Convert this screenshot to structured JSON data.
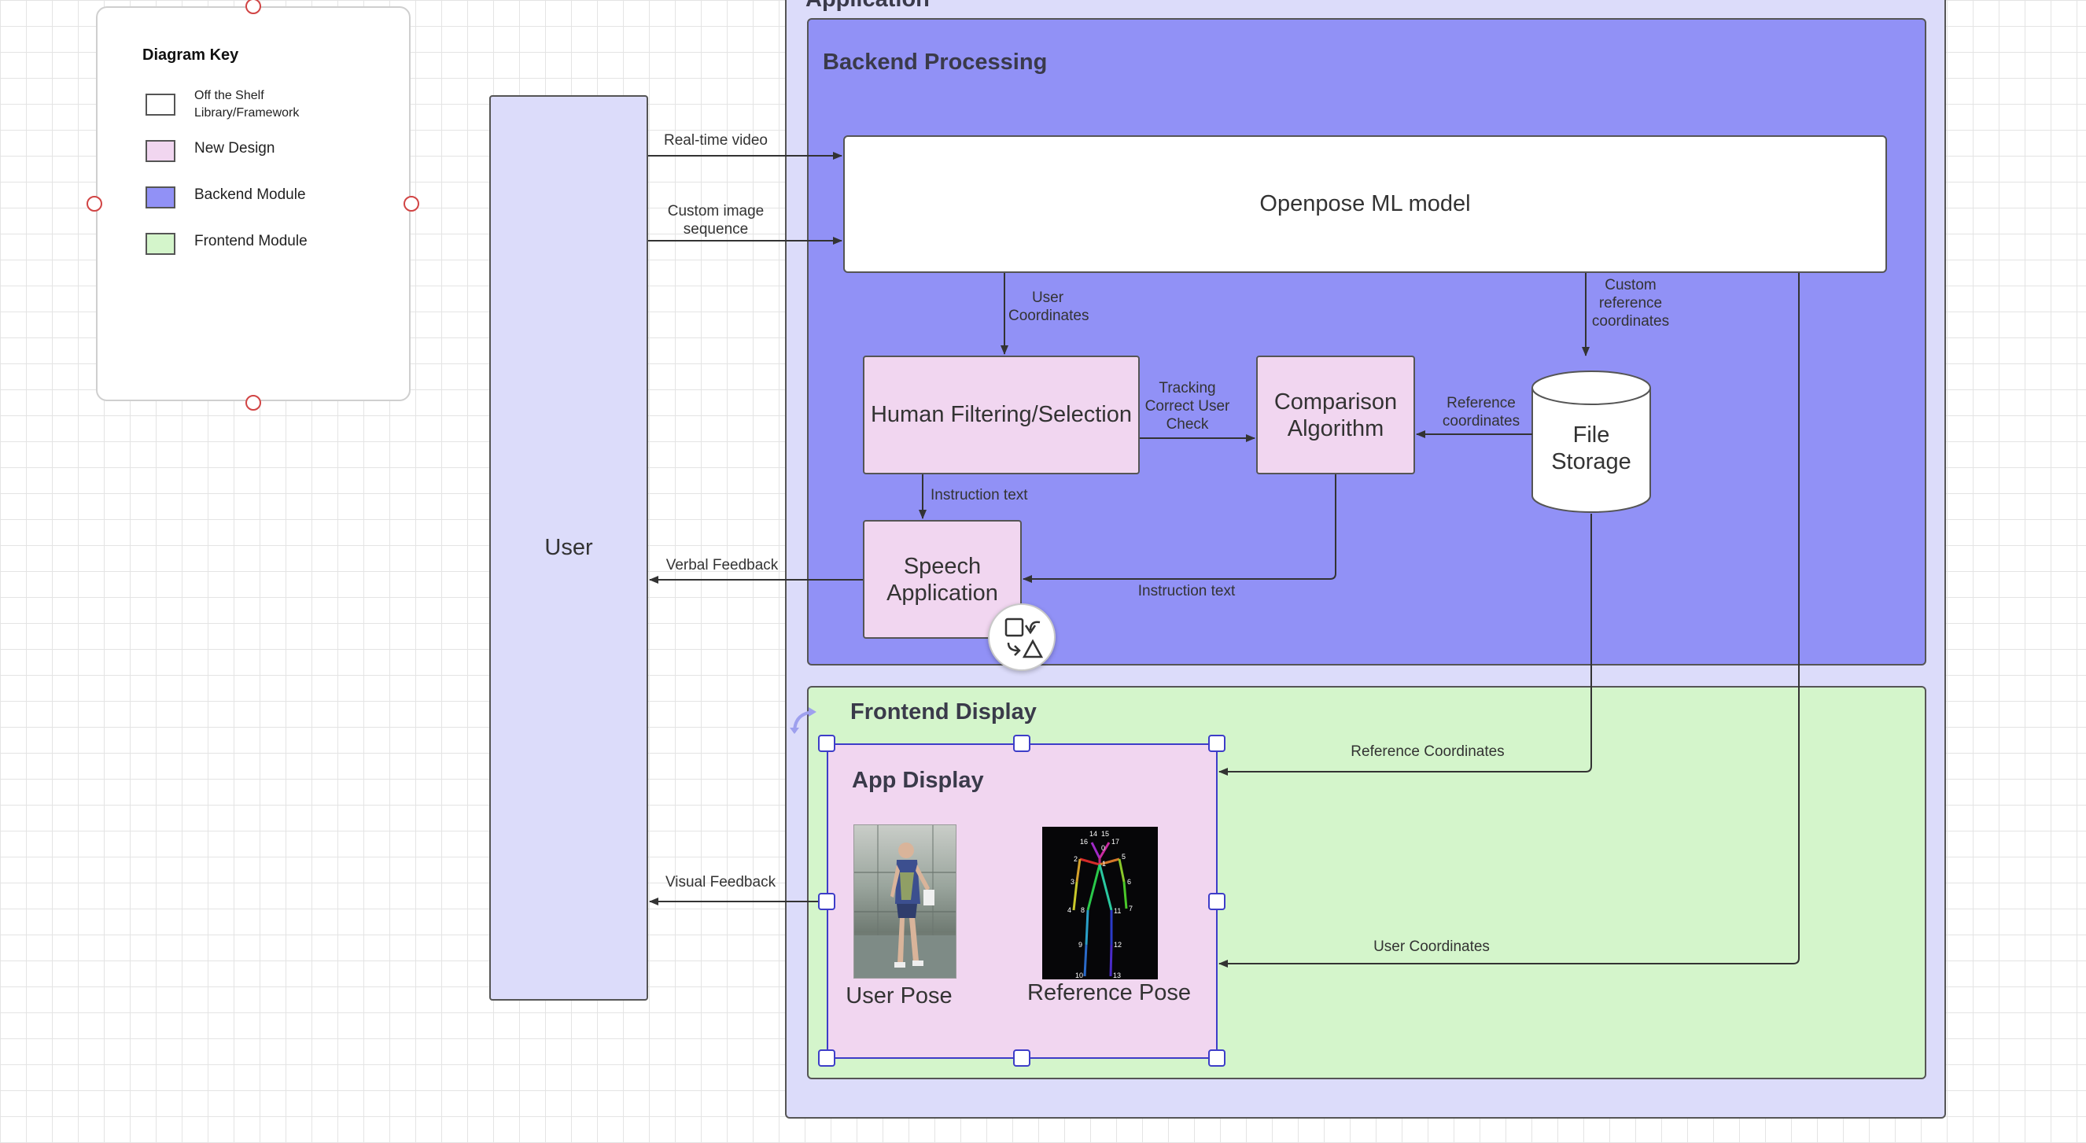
{
  "colors": {
    "application_fill": "#dcdcfa",
    "backend_fill": "#9191f6",
    "frontend_fill": "#d4f5cb",
    "new_design_fill": "#f1d6f0",
    "user_fill": "#dcdcfa",
    "selection": "#3d3dc8"
  },
  "key": {
    "title": "Diagram Key",
    "items": [
      {
        "label": "Off the Shelf Library/Framework",
        "color": "#ffffff"
      },
      {
        "label": "New Design",
        "color": "#f1d6f0"
      },
      {
        "label": "Backend Module",
        "color": "#9191f6"
      },
      {
        "label": "Frontend Module",
        "color": "#d4f5cb"
      }
    ]
  },
  "user": {
    "label": "User"
  },
  "application": {
    "title": "Application"
  },
  "backend": {
    "title": "Backend Processing",
    "openpose": "Openpose ML model",
    "human_filtering": "Human Filtering/Selection",
    "comparison": "Comparison Algorithm",
    "file_storage": "File Storage",
    "speech": "Speech Application"
  },
  "frontend": {
    "title": "Frontend Display",
    "app_display": "App Display",
    "user_pose": "User Pose",
    "reference_pose": "Reference Pose"
  },
  "edges": {
    "realtime_video": "Real-time video",
    "custom_image_sequence": "Custom image sequence",
    "user_coordinates": "User Coordinates",
    "custom_reference_coordinates": "Custom reference coordinates",
    "tracking_check": "Tracking Correct User Check",
    "reference_coordinates": "Reference coordinates",
    "instruction_text_1": "Instruction text",
    "instruction_text_2": "Instruction text",
    "verbal_feedback": "Verbal Feedback",
    "reference_coordinates_fe": "Reference Coordinates",
    "user_coordinates_fe": "User Coordinates",
    "visual_feedback": "Visual Feedback"
  },
  "skeleton_labels": [
    "0",
    "1",
    "2",
    "3",
    "4",
    "5",
    "6",
    "7",
    "8",
    "9",
    "10",
    "11",
    "12",
    "13",
    "14",
    "15",
    "16",
    "17"
  ]
}
